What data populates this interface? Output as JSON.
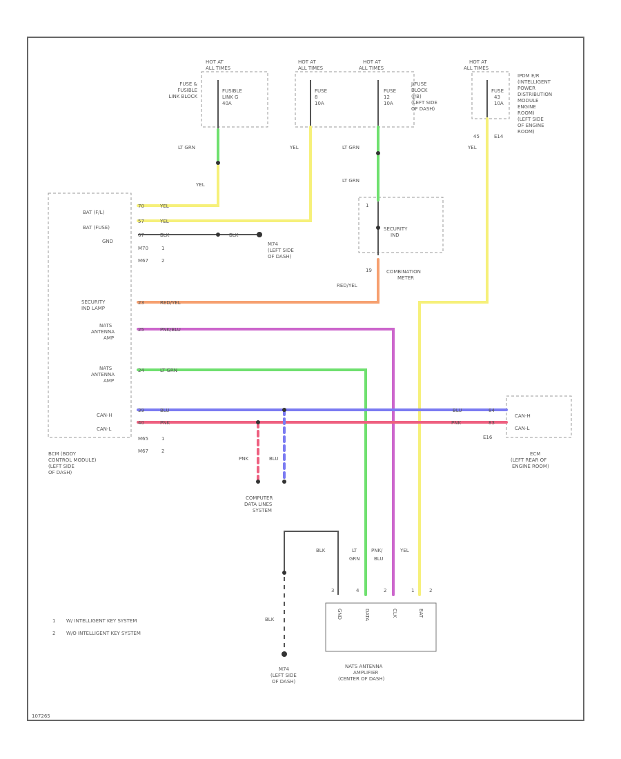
{
  "fuses": {
    "left": {
      "hot": [
        "HOT AT",
        "ALL TIMES"
      ],
      "fuse": [
        "FUSIBLE",
        "LINK G",
        "40A"
      ],
      "block": [
        "FUSE &",
        "FUSIBLE",
        "LINK BLOCK"
      ]
    },
    "mid1": {
      "hot": [
        "HOT AT",
        "ALL TIMES"
      ],
      "fuse": [
        "FUSE",
        "8",
        "10A"
      ]
    },
    "mid2": {
      "hot": [
        "HOT AT",
        "ALL TIMES"
      ],
      "fuse": [
        "FUSE",
        "12",
        "10A"
      ],
      "block": [
        "J/FUSE",
        "BLOCK",
        "(J/B)",
        "(LEFT SIDE",
        "OF DASH)"
      ]
    },
    "right": {
      "hot": [
        "HOT AT",
        "ALL TIMES"
      ],
      "fuse": [
        "FUSE",
        "43",
        "10A"
      ],
      "module": [
        "IPDM E/R",
        "(INTELLIGENT",
        "POWER",
        "DISTRIBUTION",
        "MODULE",
        "ENGINE",
        "ROOM)",
        "(LEFT SIDE",
        "OF ENGINE",
        "ROOM)"
      ],
      "pin": "45",
      "conn": "E14",
      "wire": "YEL"
    }
  },
  "wires": {
    "lt_grn": "LT GRN",
    "yel": "YEL",
    "blk": "BLK",
    "red_yel": "RED/YEL",
    "pnk_blu": "PNK/BLU",
    "blu": "BLU",
    "pnk": "PNK"
  },
  "bcm": {
    "pins": [
      {
        "label": "BAT (F/L)",
        "pin": "70",
        "wire": "YEL"
      },
      {
        "label": "BAT (FUSE)",
        "pin": "57",
        "wire": "YEL"
      },
      {
        "label": "GND",
        "pin": "67",
        "wire": "BLK"
      },
      {
        "label": "",
        "pin": "M70",
        "wire": "1"
      },
      {
        "label": "",
        "pin": "M67",
        "wire": "2"
      },
      {
        "label": "SECURITY\nIND LAMP",
        "pin": "23",
        "wire": "RED/YEL"
      },
      {
        "label": "NATS\nANTENNA\nAMP",
        "pin": "25",
        "wire": "PNK/BLU"
      },
      {
        "label": "NATS\nANTENNA\nAMP",
        "pin": "24",
        "wire": "LT GRN"
      },
      {
        "label": "CAN-H",
        "pin": "39",
        "wire": "BLU"
      },
      {
        "label": "CAN-L",
        "pin": "40",
        "wire": "PNK"
      },
      {
        "label": "",
        "pin": "M65",
        "wire": "1"
      },
      {
        "label": "",
        "pin": "M67",
        "wire": "2"
      }
    ],
    "name": [
      "BCM (BODY",
      "CONTROL MODULE)",
      "(LEFT SIDE",
      "OF DASH)"
    ]
  },
  "ground1": {
    "name": [
      "M74",
      "(LEFT SIDE",
      "OF DASH)"
    ]
  },
  "meter": {
    "label": [
      "SECURITY",
      "IND"
    ],
    "pin1": "1",
    "pin2": "19",
    "name": [
      "COMBINATION",
      "METER"
    ]
  },
  "ecm": {
    "pins": [
      "CAN-H",
      "CAN-L"
    ],
    "pinnums": [
      "84",
      "83"
    ],
    "conn": "E16",
    "name": [
      "ECM",
      "(LEFT REAR OF",
      "ENGINE ROOM)"
    ]
  },
  "cdl": {
    "labels": [
      "PNK",
      "BLU"
    ],
    "name": [
      "COMPUTER",
      "DATA LINES",
      "SYSTEM"
    ]
  },
  "nats": {
    "wires": [
      "BLK",
      "LT GRN",
      "PNK/ BLU",
      "YEL"
    ],
    "pins": [
      "3",
      "4",
      "2",
      "1",
      "2"
    ],
    "terms": [
      "GND",
      "DATA",
      "CLK",
      "BAT"
    ],
    "name": [
      "NATS ANTENNA",
      "AMPLIFIER",
      "(CENTER OF DASH)"
    ]
  },
  "ground2": {
    "wire": "BLK",
    "name": [
      "M74",
      "(LEFT SIDE",
      "OF DASH)"
    ]
  },
  "legend": [
    {
      "num": "1",
      "text": "W/ INTELLIGENT KEY SYSTEM"
    },
    {
      "num": "2",
      "text": "W/O INTELLIGENT KEY SYSTEM"
    }
  ],
  "code": "107265"
}
